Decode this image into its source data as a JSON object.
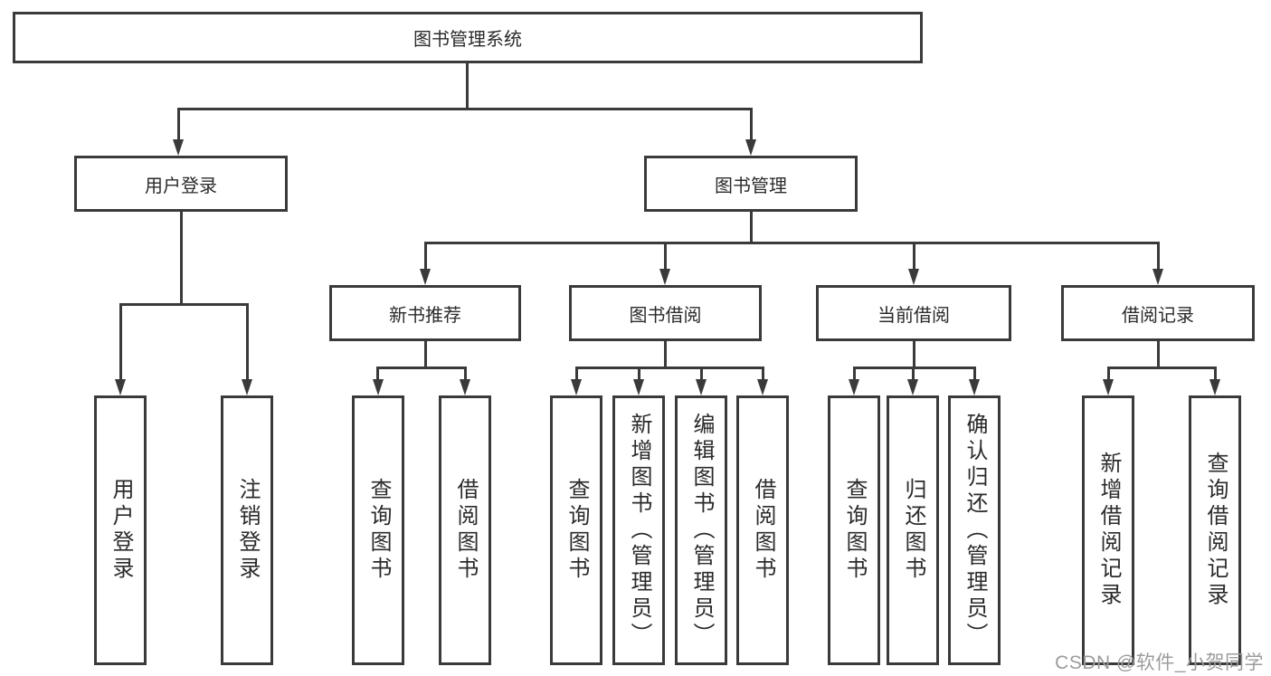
{
  "nodes": {
    "root": {
      "label": "图书管理系统"
    },
    "level1": [
      {
        "label": "用户登录"
      },
      {
        "label": "图书管理"
      }
    ],
    "level2": [
      {
        "label": "新书推荐"
      },
      {
        "label": "图书借阅"
      },
      {
        "label": "当前借阅"
      },
      {
        "label": "借阅记录"
      }
    ],
    "leaves": [
      {
        "label": "用户登录"
      },
      {
        "label": "注销登录"
      },
      {
        "label": "查询图书"
      },
      {
        "label": "借阅图书"
      },
      {
        "label": "查询图书"
      },
      {
        "label": "新增图书（管理员）"
      },
      {
        "label": "编辑图书（管理员）"
      },
      {
        "label": "借阅图书"
      },
      {
        "label": "查询图书"
      },
      {
        "label": "归还图书"
      },
      {
        "label": "确认归还（管理员）"
      },
      {
        "label": "新增借阅记录"
      },
      {
        "label": "查询借阅记录"
      }
    ]
  },
  "watermark": {
    "text": "CSDN @软件_小贺同学"
  },
  "colors": {
    "line": "#3a3a3a",
    "text": "#2b2b2b",
    "watermark": "#9c9c9c",
    "background": "#ffffff"
  }
}
